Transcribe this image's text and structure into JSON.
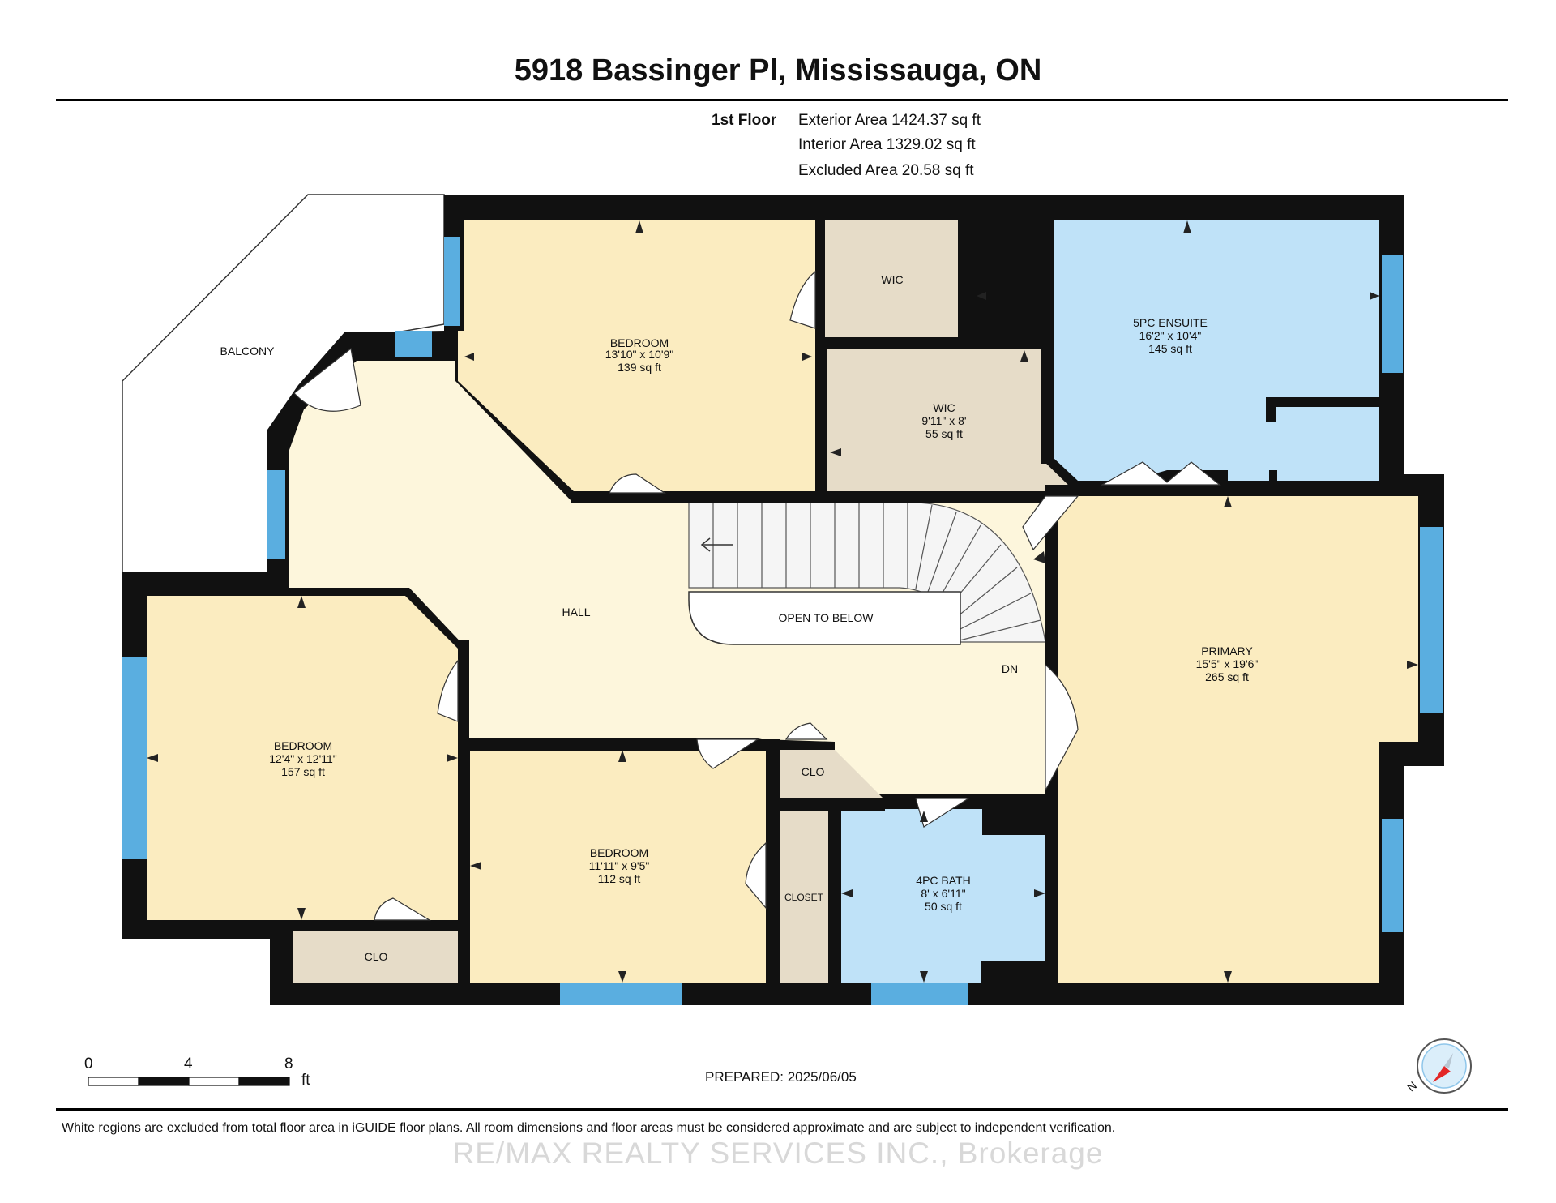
{
  "header": {
    "title": "5918 Bassinger Pl, Mississauga, ON",
    "floor": "1st Floor",
    "exterior_area": "Exterior Area 1424.37 sq ft",
    "interior_area": "Interior Area 1329.02 sq ft",
    "excluded_area": "Excluded Area 20.58 sq ft"
  },
  "rooms": {
    "balcony": {
      "name": "BALCONY"
    },
    "bedroom_top": {
      "name": "BEDROOM",
      "dims": "13'10\" x 10'9\"",
      "area": "139 sq ft"
    },
    "wic_top": {
      "name": "WIC"
    },
    "wic_mid": {
      "name": "WIC",
      "dims": "9'11\" x 8'",
      "area": "55 sq ft"
    },
    "ensuite": {
      "name": "5PC ENSUITE",
      "dims": "16'2\" x 10'4\"",
      "area": "145 sq ft"
    },
    "hall": {
      "name": "HALL"
    },
    "open_below": {
      "name": "OPEN TO BELOW"
    },
    "stairs": {
      "direction": "DN"
    },
    "primary": {
      "name": "PRIMARY",
      "dims": "15'5\" x 19'6\"",
      "area": "265 sq ft"
    },
    "bedroom_left": {
      "name": "BEDROOM",
      "dims": "12'4\" x 12'11\"",
      "area": "157 sq ft"
    },
    "bedroom_bottom": {
      "name": "BEDROOM",
      "dims": "11'11\" x 9'5\"",
      "area": "112 sq ft"
    },
    "clo_small": {
      "name": "CLO"
    },
    "clo_left": {
      "name": "CLO"
    },
    "closet": {
      "name": "CLOSET"
    },
    "bath": {
      "name": "4PC BATH",
      "dims": "8' x 6'11\"",
      "area": "50 sq ft"
    }
  },
  "colors": {
    "bedroom": "#fbecc0",
    "hall": "#fdf6dc",
    "closet": "#e6dcc8",
    "bath": "#bfe2f8",
    "wall": "#111111",
    "window": "#5aaee0"
  },
  "scale": {
    "ticks": [
      "0",
      "4",
      "8"
    ],
    "unit": "ft"
  },
  "compass": {
    "label": "N"
  },
  "footer": {
    "prepared": "PREPARED: 2025/06/05",
    "disclaimer": "White regions are excluded from total floor area in iGUIDE floor plans. All room dimensions and floor areas must be considered approximate and are subject to independent verification.",
    "watermark": "RE/MAX REALTY SERVICES INC., Brokerage"
  }
}
